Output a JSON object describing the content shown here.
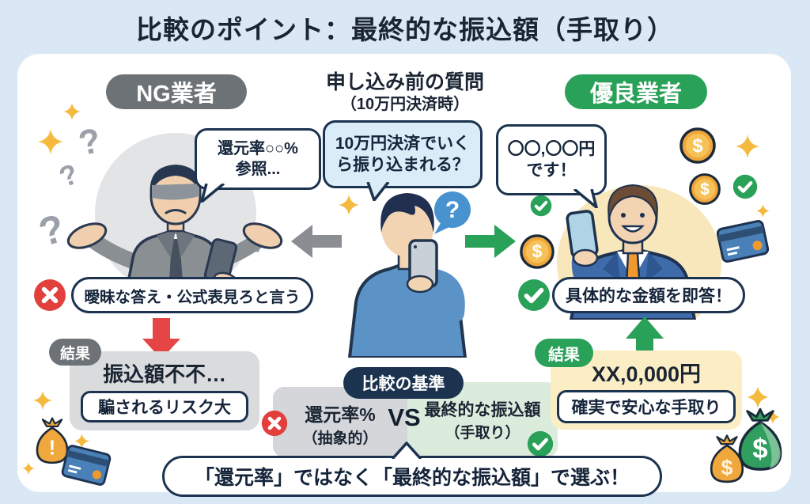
{
  "title": "比較のポイント：最終的な振込額（手取り）",
  "center": {
    "heading": "申し込み前の質問",
    "subheading": "（10万円決済時）",
    "question_lines": [
      "10万円決済でいく",
      "ら振り込まれる？"
    ]
  },
  "ng": {
    "label": "NG業者",
    "bubble_lines": [
      "還元率○○%",
      "参照..."
    ],
    "point": "曖昧な答え・公式表見ろと言う",
    "result_label": "結果",
    "result_title": "振込額不不…",
    "result_detail": "騙されるリスク大"
  },
  "good": {
    "label": "優良業者",
    "bubble_lines": [
      "〇〇,〇〇円",
      "です！"
    ],
    "point": "具体的な金額を即答！",
    "result_label": "結果",
    "result_title": "XX,0,000円",
    "result_detail": "確実で安心な手取り"
  },
  "comparison": {
    "label": "比較の基準",
    "left_title": "還元率%",
    "left_sub": "（抽象的）",
    "vs_label": "VS",
    "right_title": "最終的な振込額",
    "right_sub": "（手取り）"
  },
  "conclusion": "「還元率」ではなく「最終的な振込額」で選ぶ！",
  "glyphs": {
    "question": "?",
    "exclamation": "!",
    "dollar": "$"
  },
  "colors": {
    "background": "#d9e8f4",
    "panel": "#ffffff",
    "navy": "#1c3350",
    "ng_gray": "#6d7276",
    "good_green": "#2aa158",
    "alert_red": "#e2403d",
    "gold": "#f0a73c",
    "bubble_blue": "#d9ecf8",
    "result_gray": "#d9dbdd",
    "result_yellow": "#fbeec4",
    "compare_green": "#dcecdc"
  }
}
